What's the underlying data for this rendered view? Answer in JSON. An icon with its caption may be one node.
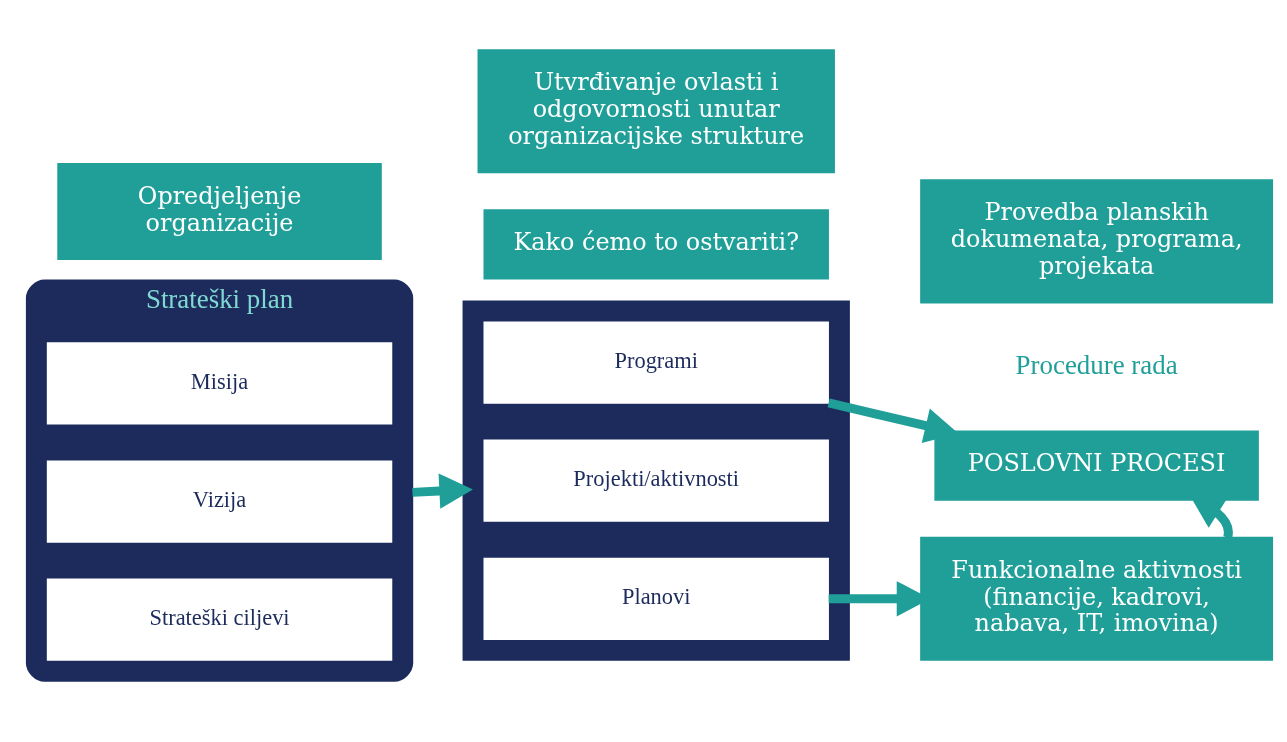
{
  "diagram": {
    "nodes": [
      {
        "text": [
          "Opredjeljenje organizacije"
        ]
      },
      {
        "text": [
          "Kako ćemo to ostvariti?"
        ]
      },
      {
        "text": [
          "Provedba planskih dokumenata, programa, projekata"
        ]
      },
      {
        "text": [
          "Strateški plan"
        ]
      },
      {
        "text": [
          "Misija"
        ],
        "in": 3
      },
      {
        "text": [
          "Vizija"
        ],
        "in": 3
      },
      {
        "text": [
          "Strateški ciljevi"
        ],
        "in": 3
      },
      {
        "text": [],
        "shape": "box"
      },
      {
        "text": [
          "Programi"
        ],
        "in": 7
      },
      {
        "text": [
          "Projekti/aktivnosti"
        ],
        "in": 7
      },
      {
        "text": [
          "Planovi"
        ],
        "in": 7
      },
      {
        "text": [
          "POSLOVNI PROCESI"
        ]
      },
      {
        "text": [
          "Funkcionalne aktivnosti",
          "(financije, kadrovi, nabava, IT, imovina)"
        ]
      },
      {
        "text": [
          "Utvrđivanje ovlasti i odgovornosti unutar organizacijske strukture"
        ]
      }
    ],
    "edges": [
      {
        "from": 3,
        "to": 7,
        "arrow": "to"
      },
      {
        "from": 8,
        "to": 11,
        "arrow": "to"
      },
      {
        "from": 10,
        "to": 12,
        "arrow": "to"
      },
      {
        "from": 12,
        "to": 11,
        "arrow": "to"
      }
    ],
    "labels": [
      "Procedure rada"
    ]
  }
}
